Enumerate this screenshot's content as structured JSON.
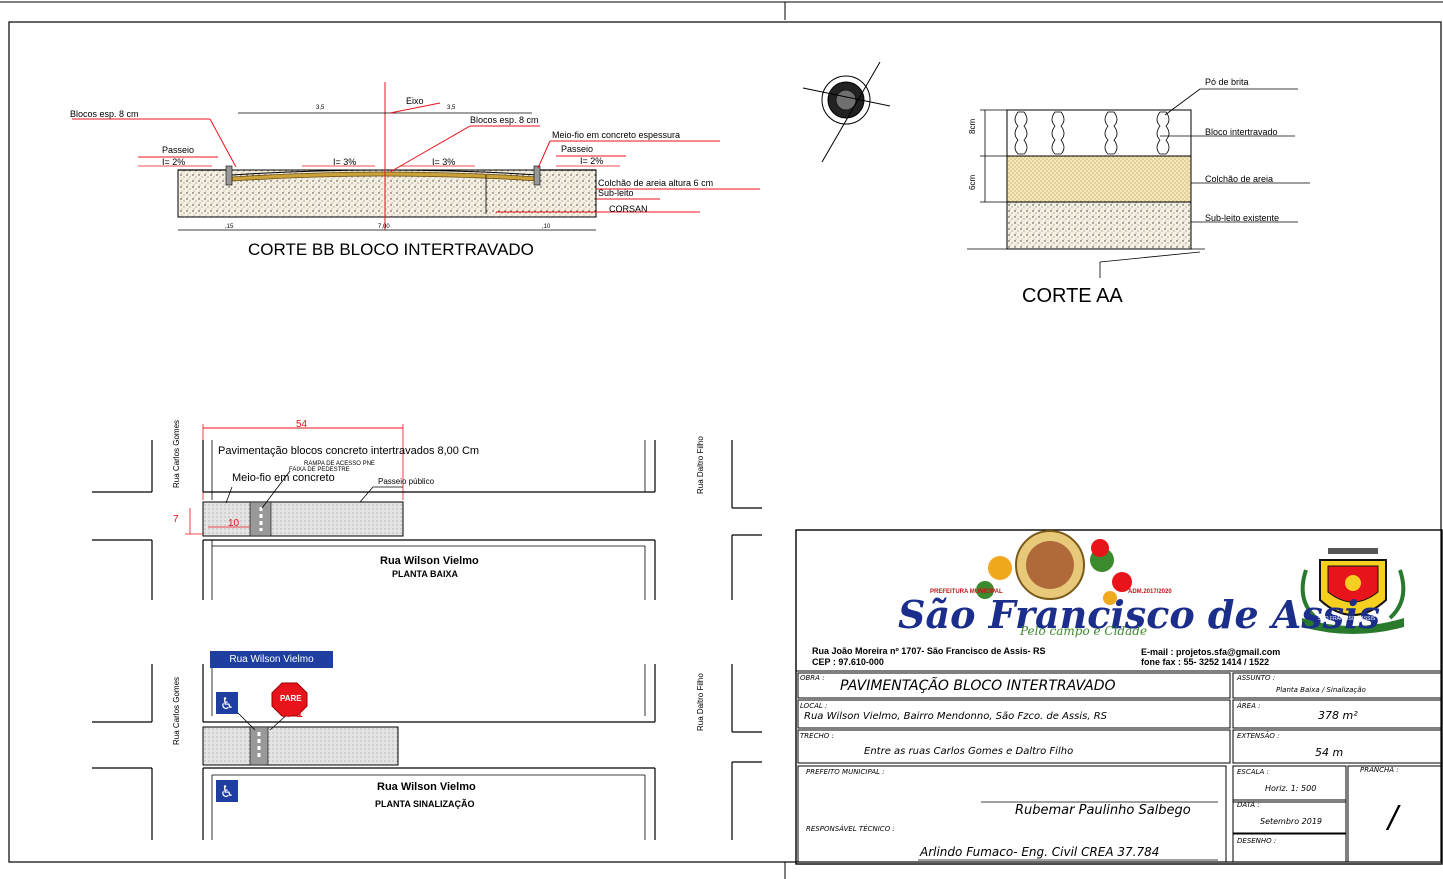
{
  "corte_bb": {
    "title": "CORTE BB BLOCO INTERTRAVADO",
    "labels": {
      "eixo": "Eixo",
      "blocos_left": "Blocos esp. 8 cm",
      "blocos_right": "Blocos esp. 8 cm",
      "meio_fio": "Meio-fio em concreto espessura",
      "passeio_left": "Passeio",
      "passeio_right": "Passeio",
      "slope_pass_left": "I= 2%",
      "slope_pass_right": "I= 2%",
      "slope_left": "I= 3%",
      "slope_right": "I= 3%",
      "colchao": "Colchão de areia altura 6 cm",
      "sub_leito": "Sub-leito",
      "corsan": "CORSAN",
      "dim_35_left": "3,5",
      "dim_35_right": "3,5",
      "dim_15": ",15",
      "dim_700": "7,00",
      "dim_10": ",10"
    }
  },
  "corte_aa": {
    "title": "CORTE AA",
    "labels": {
      "po_brita": "Pó de brita",
      "bloco": "Bloco intertravado",
      "colchao": "Colchão de areia",
      "sub_leito": "Sub-leito existente",
      "dim_8": "8cm",
      "dim_6": "6cm"
    }
  },
  "planta_baixa": {
    "dim_54": "54",
    "pavimentacao": "Pavimentação blocos concreto intertravados 8,00 Cm",
    "rampa": "RAMPA DE ACESSO PNE",
    "faixa": "FAIXA DE PEDESTRE",
    "meio_fio": "Meio-fio em concreto",
    "passeio": "Passeio público",
    "dim_7": "7",
    "dim_10": "10",
    "rua_carlos": "Rua Carlos Gomes",
    "rua_daltro": "Rua Daltro Filho",
    "rua_wilson": "Rua Wilson Vielmo",
    "caption": "PLANTA BAIXA"
  },
  "planta_sinalizacao": {
    "street_sign": "Rua Wilson Vielmo",
    "stop": "PARE",
    "r1": "R- 1",
    "rua_carlos": "Rua Carlos Gomes",
    "rua_daltro": "Rua Daltro Filho",
    "rua_wilson": "Rua Wilson Vielmo",
    "caption": "PLANTA SINALIZAÇÃO"
  },
  "title_block": {
    "logo_prefeitura": "PREFEITURA MUNICIPAL",
    "logo_gestao": "ADM.2017/2020",
    "logo_name": "São Francisco de Assis",
    "logo_slogan": "Pelo campo e Cidade",
    "crest_ribbon": "SÃO FRANCISCO ASSIS",
    "address_line1": "Rua João Moreira nº 1707- São Francisco de Assis- RS",
    "address_line2": "CEP : 97.610-000",
    "email": "E-mail :  projetos.sfa@gmail.com",
    "fone": "fone fax :  55- 3252 1414  / 1522",
    "obra_label": "OBRA :",
    "obra_value": "PAVIMENTAÇÃO BLOCO INTERTRAVADO",
    "assunto_label": "ASSUNTO :",
    "assunto_value": "Planta Baixa / Sinalização",
    "local_label": "LOCAL :",
    "local_value": "Rua Wilson Vielmo, Bairro Mendonno, São Fzco. de Assis, RS",
    "area_label": "ÁREA :",
    "area_value": "378 m²",
    "trecho_label": "TRECHO :",
    "trecho_value": "Entre as ruas Carlos Gomes e Daltro Filho",
    "extensao_label": "EXTENSÃO :",
    "extensao_value": "54 m",
    "prefeito_label": "PREFEITO MUNICIPAL :",
    "prefeito_name": "Rubemar Paulinho Salbego",
    "resp_label": "RESPONSÁVEL TÉCNICO :",
    "resp_name": "Arlindo Fumaco- Eng. Civil CREA 37.784",
    "escala_label": "ESCALA :",
    "escala_value": "Horiz. 1: 500",
    "data_label": "DATA :",
    "data_value": "Setembro 2019",
    "desenho_label": "DESENHO :",
    "prancha_label": "PRANCHA :",
    "prancha_value": "/"
  },
  "colors": {
    "red": "#e8141b",
    "blue_sign": "#1f3fa0",
    "soil": "#f4ecd8",
    "sand": "#f2e3b0"
  }
}
